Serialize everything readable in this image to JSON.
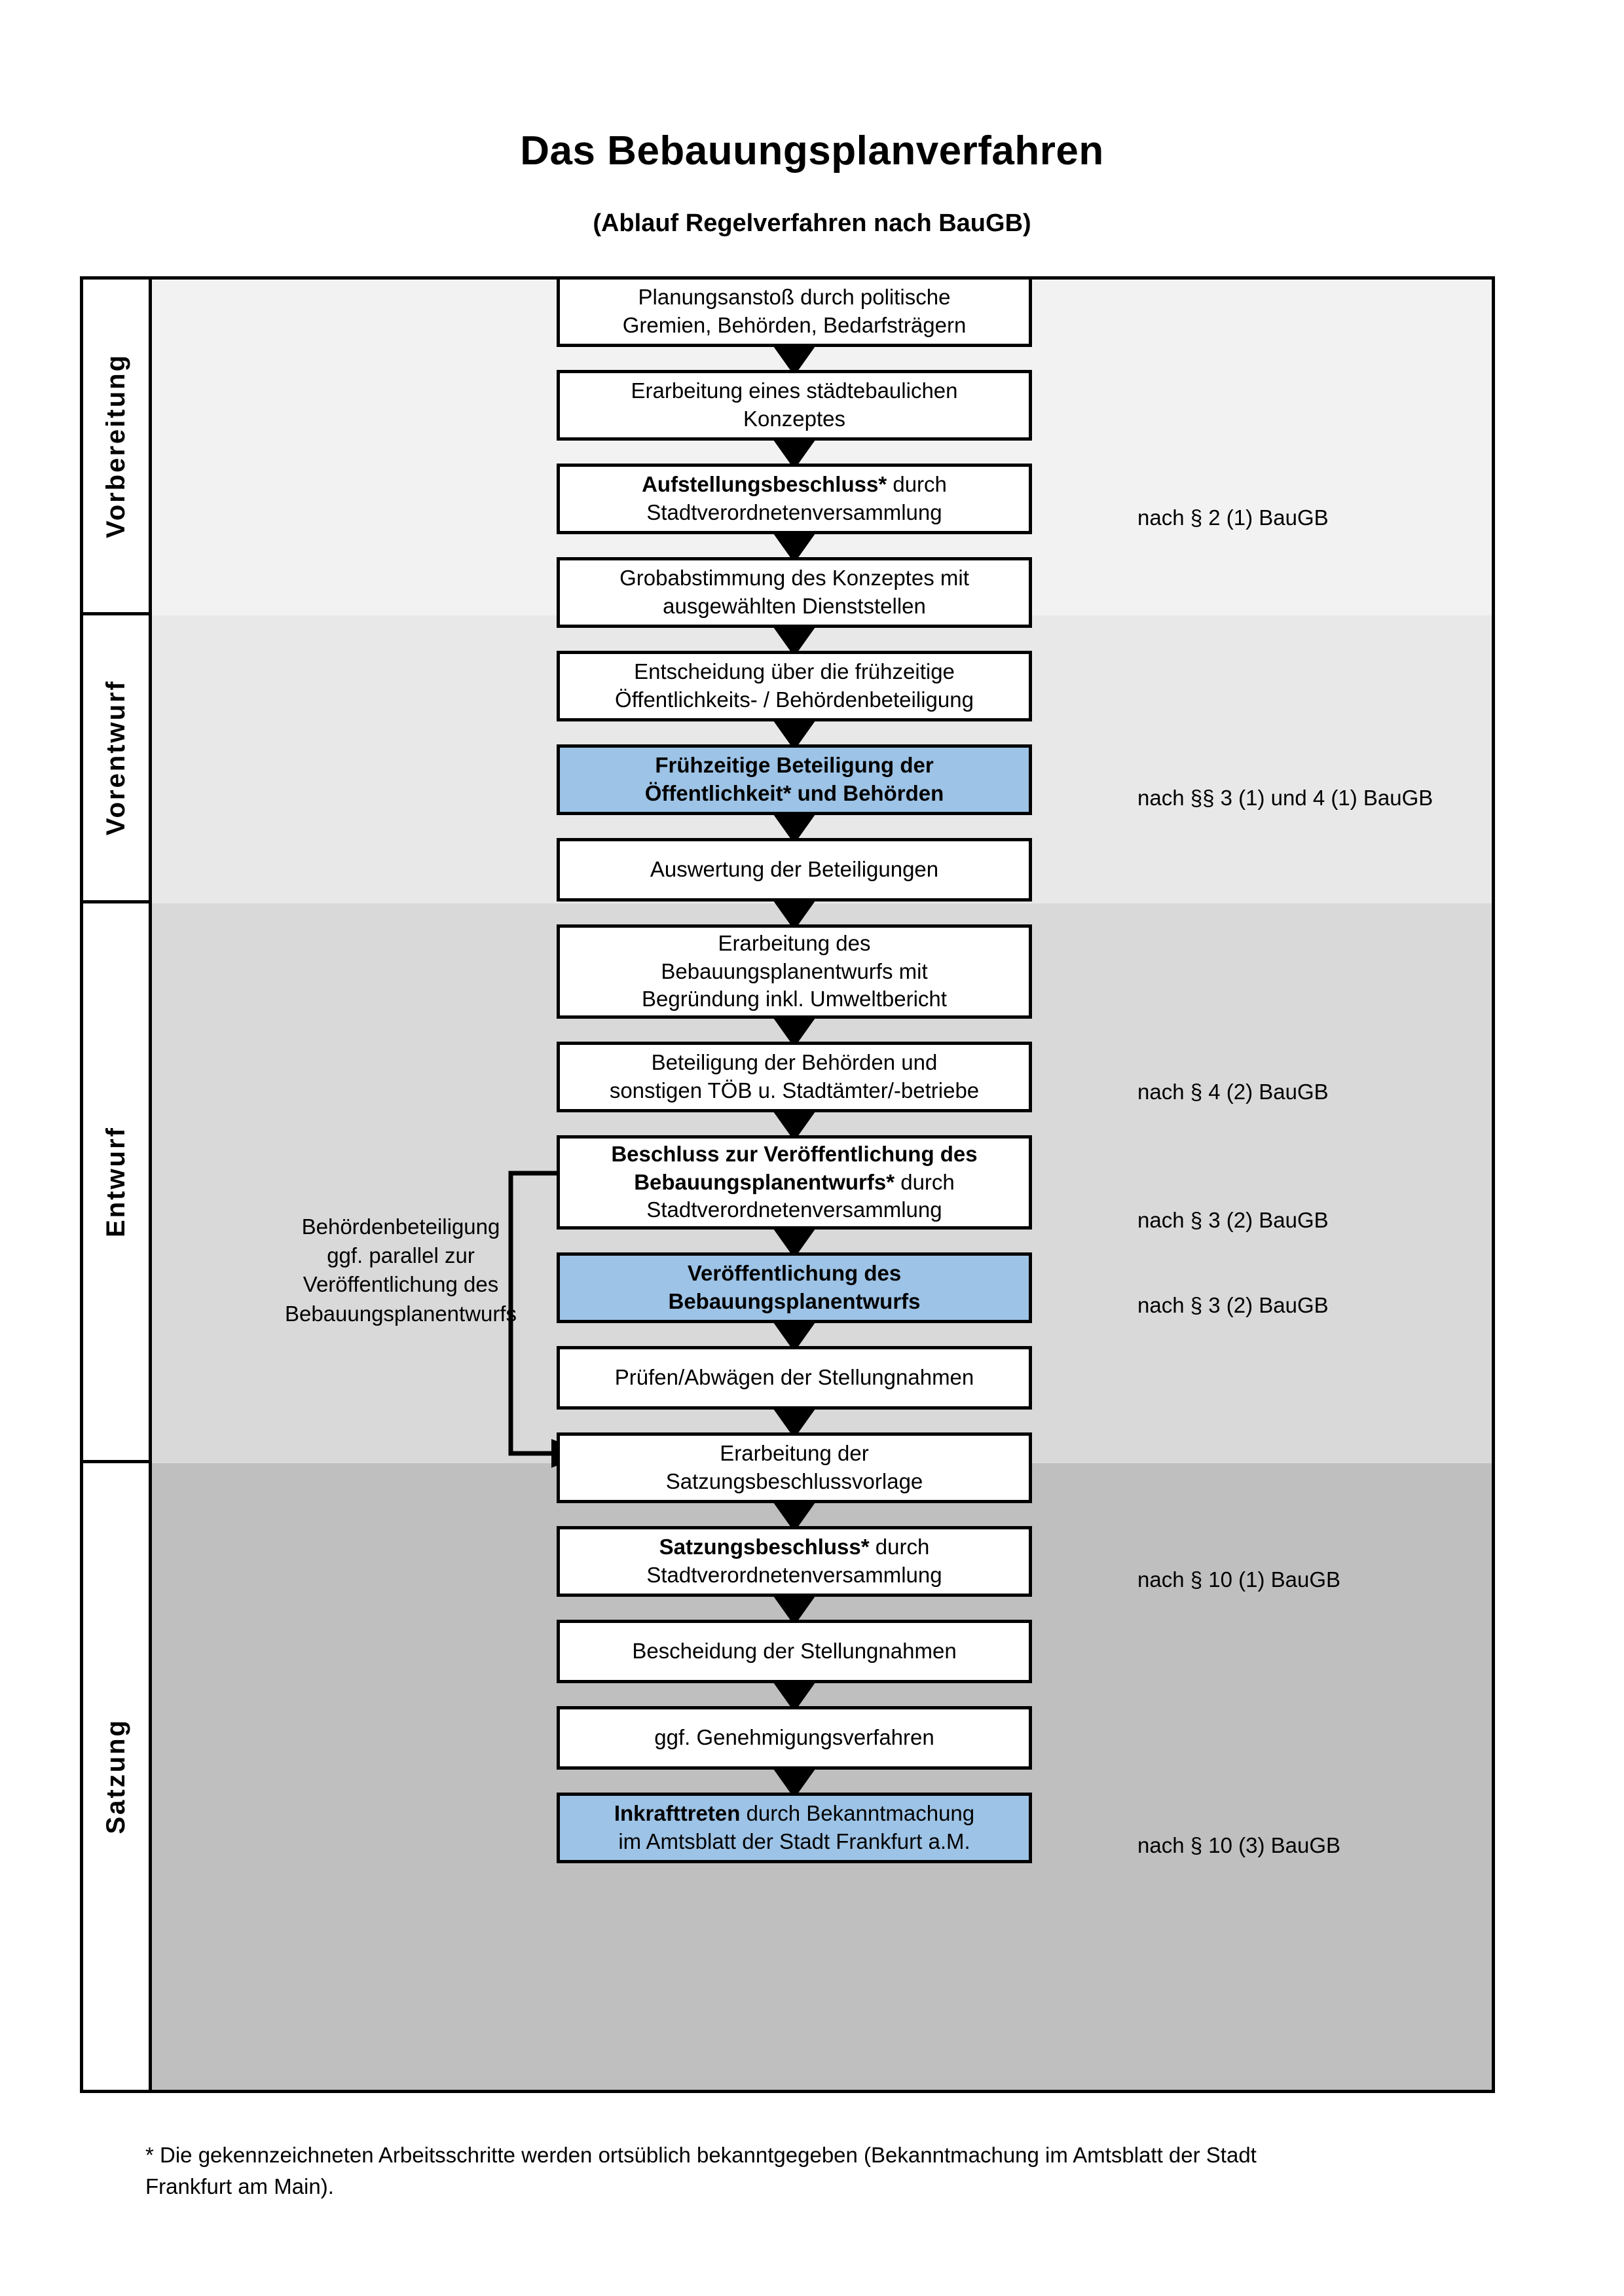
{
  "header": {
    "title": "Das Bebauungsplanverfahren",
    "subtitle": "(Ablauf Regelverfahren nach BauGB)"
  },
  "phases": [
    {
      "label": "Vorbereitung"
    },
    {
      "label": "Vorentwurf"
    },
    {
      "label": "Entwurf"
    },
    {
      "label": "Satzung"
    }
  ],
  "steps": [
    {
      "id": "planungsanstoss",
      "phase": "Vorbereitung",
      "lines": [
        {
          "text": "Planungsanstoß durch politische",
          "bold": false
        },
        {
          "text": "Gremien, Behörden, Bedarfsträgern",
          "bold": false
        }
      ],
      "highlight": false
    },
    {
      "id": "staedtebauliches-konzept",
      "phase": "Vorbereitung",
      "lines": [
        {
          "text": "Erarbeitung eines städtebaulichen",
          "bold": false
        },
        {
          "text": "Konzeptes",
          "bold": false
        }
      ],
      "highlight": false
    },
    {
      "id": "aufstellungsbeschluss",
      "phase": "Vorbereitung",
      "lines": [
        {
          "text": "Aufstellungsbeschluss*",
          "bold": true
        },
        {
          "text": " durch",
          "bold": false
        },
        {
          "text": "\n",
          "bold": false
        },
        {
          "text": "Stadtverordnetenversammlung",
          "bold": false
        }
      ],
      "highlight": false
    },
    {
      "id": "grobabstimmung",
      "phase": "Vorentwurf",
      "lines": [
        {
          "text": "Grobabstimmung des Konzeptes mit",
          "bold": false
        },
        {
          "text": "ausgewählten Dienststellen",
          "bold": false
        }
      ],
      "highlight": false
    },
    {
      "id": "entscheidung-fruehzeitige",
      "phase": "Vorentwurf",
      "lines": [
        {
          "text": "Entscheidung über die frühzeitige",
          "bold": false
        },
        {
          "text": "Öffentlichkeits- / Behördenbeteiligung",
          "bold": false
        }
      ],
      "highlight": false
    },
    {
      "id": "fruehzeitige-beteiligung",
      "phase": "Vorentwurf",
      "lines": [
        {
          "text": "Frühzeitige Beteiligung der",
          "bold": true
        },
        {
          "text": "Öffentlichkeit* und Behörden",
          "bold": true
        }
      ],
      "highlight": true
    },
    {
      "id": "auswertung-beteiligungen",
      "phase": "Entwurf",
      "lines": [
        {
          "text": "Auswertung der Beteiligungen",
          "bold": false
        }
      ],
      "highlight": false
    },
    {
      "id": "erarbeitung-entwurf",
      "phase": "Entwurf",
      "lines": [
        {
          "text": "Erarbeitung des",
          "bold": false
        },
        {
          "text": "Bebauungsplanentwurfs mit",
          "bold": false
        },
        {
          "text": "Begründung inkl. Umweltbericht",
          "bold": false
        }
      ],
      "highlight": false
    },
    {
      "id": "beteiligung-behoerden",
      "phase": "Entwurf",
      "lines": [
        {
          "text": "Beteiligung der Behörden und",
          "bold": false
        },
        {
          "text": "sonstigen TÖB u. Stadtämter/-betriebe",
          "bold": false
        }
      ],
      "highlight": false
    },
    {
      "id": "beschluss-veroeffentlichung",
      "phase": "Entwurf",
      "lines": [
        {
          "text": "Beschluss zur Veröffentlichung des",
          "bold": true
        },
        {
          "text": "Bebauungsplanentwurfs*",
          "bold": true
        },
        {
          "text": " durch",
          "bold": false
        },
        {
          "text": "Stadtverordnetenversammlung",
          "bold": false
        }
      ],
      "highlight": false
    },
    {
      "id": "veroeffentlichung-entwurf",
      "phase": "Entwurf",
      "lines": [
        {
          "text": "Veröffentlichung des",
          "bold": true
        },
        {
          "text": "Bebauungsplanentwurfs",
          "bold": true
        }
      ],
      "highlight": true
    },
    {
      "id": "pruefen-abwaegen",
      "phase": "Satzung",
      "lines": [
        {
          "text": "Prüfen/Abwägen der Stellungnahmen",
          "bold": false
        }
      ],
      "highlight": false
    },
    {
      "id": "erarbeitung-satzungsvorlage",
      "phase": "Satzung",
      "lines": [
        {
          "text": "Erarbeitung der",
          "bold": false
        },
        {
          "text": "Satzungsbeschlussvorlage",
          "bold": false
        }
      ],
      "highlight": false
    },
    {
      "id": "satzungsbeschluss",
      "phase": "Satzung",
      "lines": [
        {
          "text": "Satzungsbeschluss*",
          "bold": true
        },
        {
          "text": " durch",
          "bold": false
        },
        {
          "text": "Stadtverordnetenversammlung",
          "bold": false
        }
      ],
      "highlight": false
    },
    {
      "id": "bescheidung-stellungnahmen",
      "phase": "Satzung",
      "lines": [
        {
          "text": "Bescheidung der Stellungnahmen",
          "bold": false
        }
      ],
      "highlight": false
    },
    {
      "id": "genehmigungsverfahren",
      "phase": "Satzung",
      "lines": [
        {
          "text": "ggf. Genehmigungsverfahren",
          "bold": false
        }
      ],
      "highlight": false
    },
    {
      "id": "inkrafttreten",
      "phase": "Satzung",
      "lines": [
        {
          "text": "Inkrafttreten",
          "bold": true
        },
        {
          "text": " durch Bekanntmachung",
          "bold": false
        },
        {
          "text": "im Amtsblatt der Stadt Frankfurt a.M.",
          "bold": false
        }
      ],
      "highlight": true
    }
  ],
  "box_text": {
    "planungsanstoss_l1": "Planungsanstoß durch politische",
    "planungsanstoss_l2": "Gremien, Behörden, Bedarfsträgern",
    "konzept_l1": "Erarbeitung eines städtebaulichen",
    "konzept_l2": "Konzeptes",
    "aufstellung_bold": "Aufstellungsbeschluss*",
    "aufstellung_rest": " durch",
    "aufstellung_l2": "Stadtverordnetenversammlung",
    "grobabstimmung_l1": "Grobabstimmung des Konzeptes mit",
    "grobabstimmung_l2": "ausgewählten Dienststellen",
    "entscheidung_l1": "Entscheidung über die frühzeitige",
    "entscheidung_l2": "Öffentlichkeits- / Behördenbeteiligung",
    "fruehzeitige_l1": "Frühzeitige Beteiligung der",
    "fruehzeitige_l2": "Öffentlichkeit* und Behörden",
    "auswertung_l1": "Auswertung der Beteiligungen",
    "erarbeitung_l1": "Erarbeitung des",
    "erarbeitung_l2": "Bebauungsplanentwurfs mit",
    "erarbeitung_l3": "Begründung inkl. Umweltbericht",
    "beteiligung_l1": "Beteiligung der Behörden und",
    "beteiligung_l2": "sonstigen TÖB u. Stadtämter/-betriebe",
    "beschluss_l1": "Beschluss zur Veröffentlichung des",
    "beschluss_l2_bold": "Bebauungsplanentwurfs*",
    "beschluss_l2_rest": " durch",
    "beschluss_l3": "Stadtverordnetenversammlung",
    "veroeff_l1": "Veröffentlichung des",
    "veroeff_l2": "Bebauungsplanentwurfs",
    "pruefen_l1": "Prüfen/Abwägen der Stellungnahmen",
    "satzungsvorlage_l1": "Erarbeitung der",
    "satzungsvorlage_l2": "Satzungsbeschlussvorlage",
    "satzungsbeschluss_bold": "Satzungsbeschluss*",
    "satzungsbeschluss_rest": " durch",
    "satzungsbeschluss_l2": "Stadtverordnetenversammlung",
    "bescheidung_l1": "Bescheidung der Stellungnahmen",
    "genehmigung_l1": "ggf. Genehmigungsverfahren",
    "inkrafttreten_bold": "Inkrafttreten",
    "inkrafttreten_rest": " durch Bekanntmachung",
    "inkrafttreten_l2": "im Amtsblatt der Stadt Frankfurt a.M."
  },
  "references": [
    {
      "id": "ref-par2",
      "text": "nach § 2 (1) BauGB"
    },
    {
      "id": "ref-par3-4",
      "text": "nach §§ 3 (1) und 4 (1) BauGB"
    },
    {
      "id": "ref-par4-2",
      "text": "nach § 4 (2) BauGB"
    },
    {
      "id": "ref-par3-2a",
      "text": "nach § 3 (2) BauGB"
    },
    {
      "id": "ref-par3-2b",
      "text": "nach § 3 (2) BauGB"
    },
    {
      "id": "ref-par10-1",
      "text": "nach § 10 (1) BauGB"
    },
    {
      "id": "ref-par10-3",
      "text": "nach § 10 (3) BauGB"
    }
  ],
  "sidenote": {
    "l1": "Behördenbeteiligung",
    "l2": "ggf. parallel zur",
    "l3": "Veröffentlichung des",
    "l4": "Bebauungsplanentwurfs"
  },
  "footnote": {
    "l1": "* Die gekennzeichneten Arbeitsschritte werden ortsüblich bekanntgegeben (Bekanntmachung im Amtsblatt  der Stadt",
    "l2": "Frankfurt am Main)."
  },
  "colors": {
    "highlight": "#9DC3E6",
    "band_vorbereitung": "#F2F2F2",
    "band_vorentwurf": "#E8E8E8",
    "band_entwurf": "#D9D9D9",
    "band_satzung": "#BFBFBF",
    "line": "#000000"
  }
}
